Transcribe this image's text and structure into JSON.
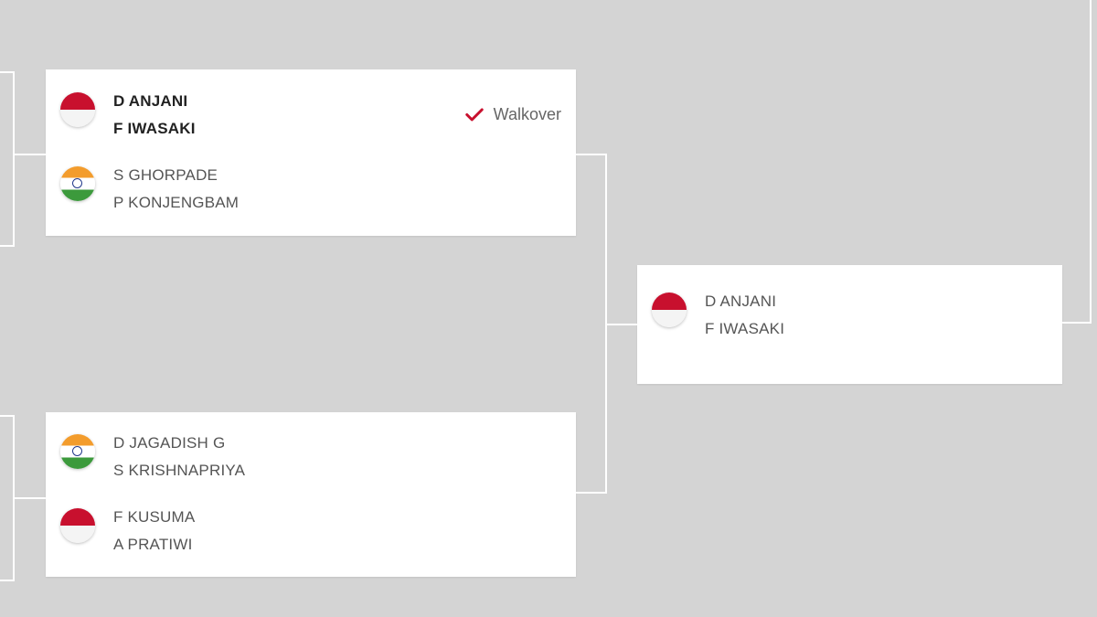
{
  "bracket": {
    "matches": [
      {
        "result": "Walkover",
        "teams": [
          {
            "flag": "indonesia-flag-icon",
            "players": [
              "D ANJANI",
              "F IWASAKI"
            ],
            "winner": true
          },
          {
            "flag": "india-flag-icon",
            "players": [
              "S GHORPADE",
              "P KONJENGBAM"
            ],
            "winner": false
          }
        ]
      },
      {
        "teams": [
          {
            "flag": "india-flag-icon",
            "players": [
              "D JAGADISH G",
              "S KRISHNAPRIYA"
            ],
            "winner": false
          },
          {
            "flag": "indonesia-flag-icon",
            "players": [
              "F KUSUMA",
              "A PRATIWI"
            ],
            "winner": false
          }
        ]
      },
      {
        "teams": [
          {
            "flag": "indonesia-flag-icon",
            "players": [
              "D ANJANI",
              "F IWASAKI"
            ],
            "winner": false
          }
        ]
      }
    ]
  },
  "colors": {
    "background": "#d4d4d4",
    "card": "#ffffff",
    "check": "#c8102e",
    "indonesia_red": "#c8102e",
    "india_saffron": "#f39c2c",
    "india_green": "#3c9a3c"
  }
}
